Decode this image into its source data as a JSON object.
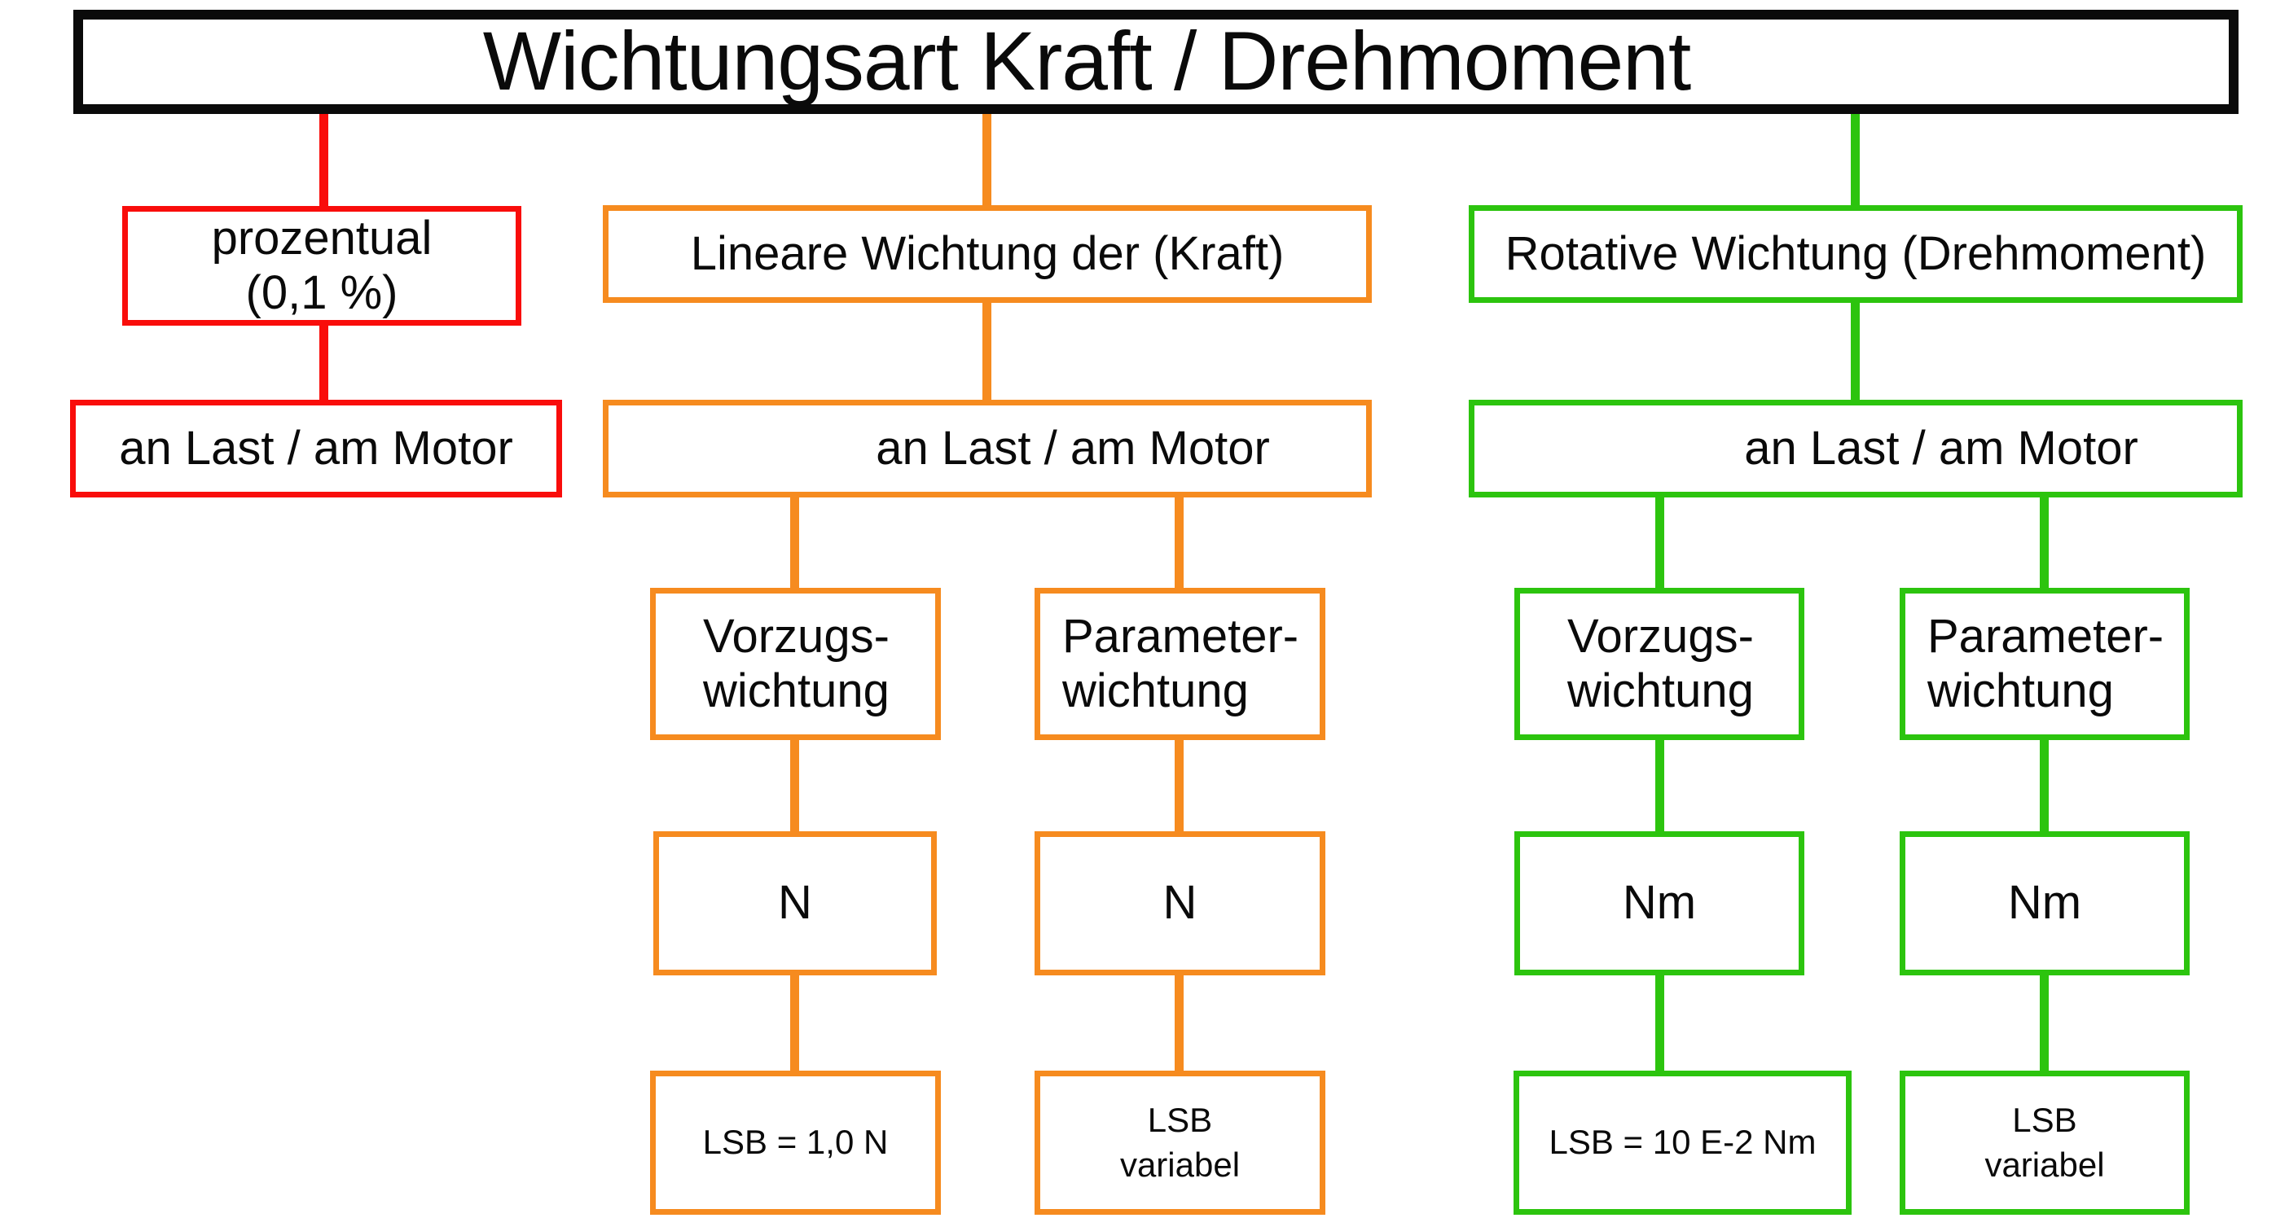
{
  "title": "Wichtungsart Kraft / Drehmoment",
  "colors": {
    "red": "#f90d0b",
    "orange": "#f68b1f",
    "green": "#2cc40e",
    "black": "#0a0a0a"
  },
  "branches": {
    "percent": {
      "type_line1": "prozentual",
      "type_line2": "(0,1 %)",
      "location": "an Last / am Motor"
    },
    "linear": {
      "type_label": "Lineare Wichtung der (Kraft)",
      "location": "an Last / am Motor",
      "col_a": {
        "w1": "Vorzugs-",
        "w2": "wichtung",
        "unit": "N",
        "lsb": "LSB = 1,0 N"
      },
      "col_b": {
        "w1": "Parameter-",
        "w2": "wichtung",
        "unit": "N",
        "lsb1": "LSB",
        "lsb2": "variabel"
      }
    },
    "rotative": {
      "type_label": "Rotative Wichtung (Drehmoment)",
      "location": "an Last / am Motor",
      "col_a": {
        "w1": "Vorzugs-",
        "w2": "wichtung",
        "unit": "Nm",
        "lsb": "LSB = 10 E-2 Nm"
      },
      "col_b": {
        "w1": "Parameter-",
        "w2": "wichtung",
        "unit": "Nm",
        "lsb1": "LSB",
        "lsb2": "variabel"
      }
    }
  }
}
